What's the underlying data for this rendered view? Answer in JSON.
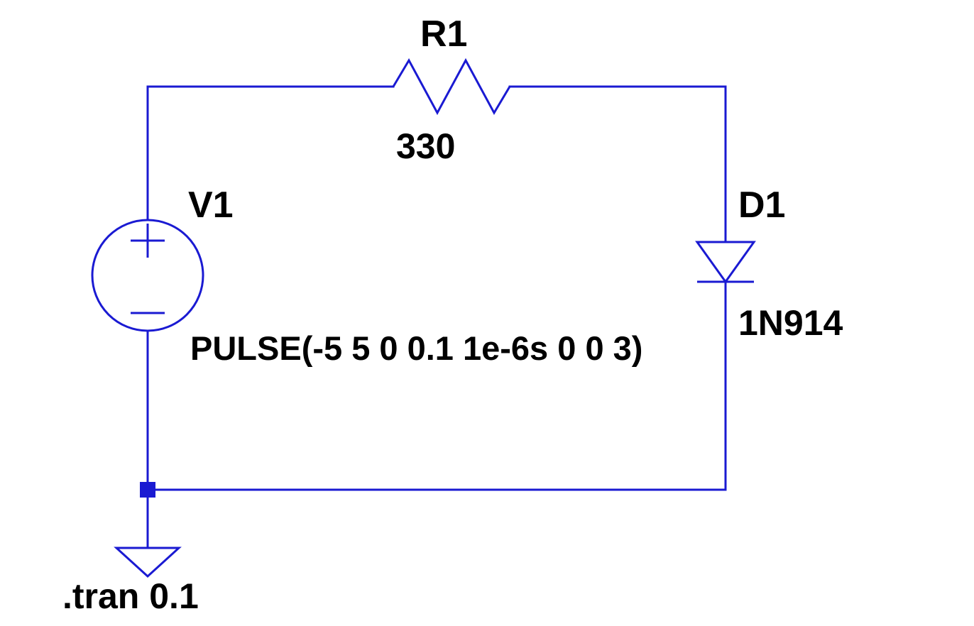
{
  "schematic": {
    "voltage_source": {
      "name": "V1",
      "value": "PULSE(-5 5 0 0.1 1e-6s 0 0 3)"
    },
    "resistor": {
      "name": "R1",
      "value": "330"
    },
    "diode": {
      "name": "D1",
      "value": "1N914"
    },
    "directive": ".tran 0.1",
    "colors": {
      "wire": "#1a1ad2",
      "text": "#000000",
      "background": "#ffffff"
    }
  }
}
